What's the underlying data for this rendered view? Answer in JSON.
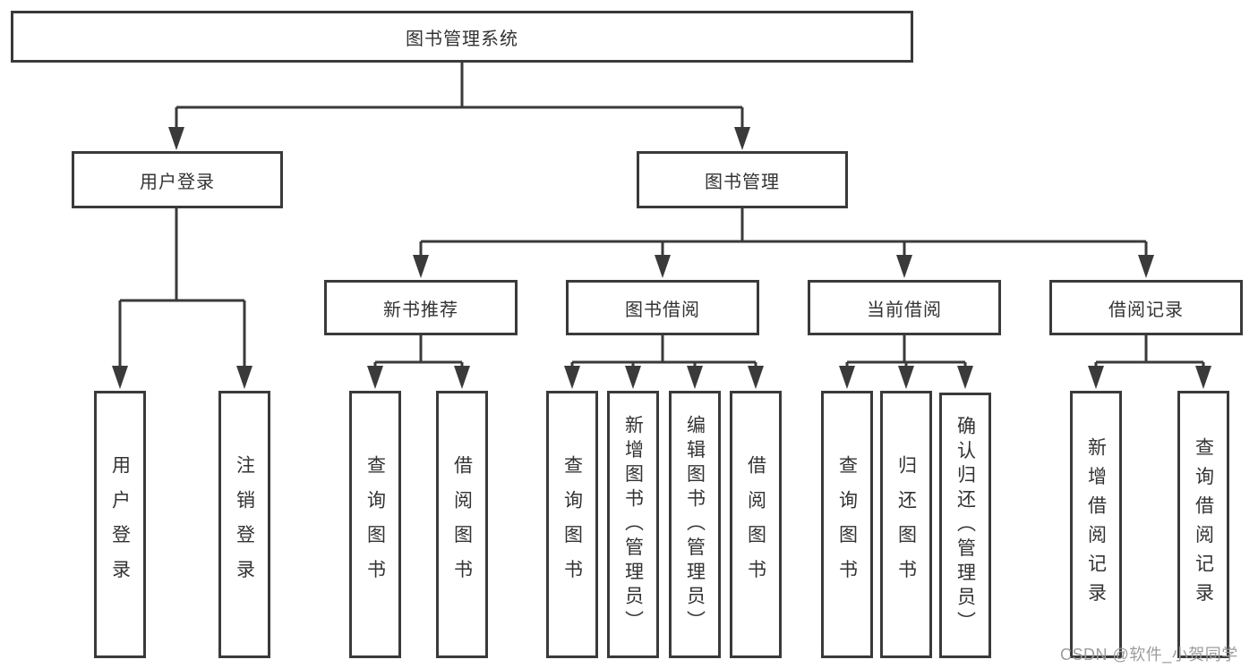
{
  "diagram": {
    "root_label": "图书管理系统",
    "level1": [
      {
        "label": "用户登录",
        "children": [
          {
            "label": "用户登录"
          },
          {
            "label": "注销登录"
          }
        ]
      },
      {
        "label": "图书管理",
        "children": [
          {
            "label": "新书推荐",
            "children": [
              {
                "label": "查询图书"
              },
              {
                "label": "借阅图书"
              }
            ]
          },
          {
            "label": "图书借阅",
            "children": [
              {
                "label": "查询图书"
              },
              {
                "label": "新增图书（管理员）"
              },
              {
                "label": "编辑图书（管理员）"
              },
              {
                "label": "借阅图书"
              }
            ]
          },
          {
            "label": "当前借阅",
            "children": [
              {
                "label": "查询图书"
              },
              {
                "label": "归还图书"
              },
              {
                "label": "确认归还（管理员）"
              }
            ]
          },
          {
            "label": "借阅记录",
            "children": [
              {
                "label": "新增借阅记录"
              },
              {
                "label": "查询借阅记录"
              }
            ]
          }
        ]
      }
    ]
  },
  "watermark": {
    "text": "CSDN @软件_小贺同学"
  },
  "colors": {
    "line": "#3a3a3a",
    "box_border": "#3a3a3a",
    "text": "#333333",
    "background": "#ffffff",
    "watermark": "#9c9c9c"
  }
}
